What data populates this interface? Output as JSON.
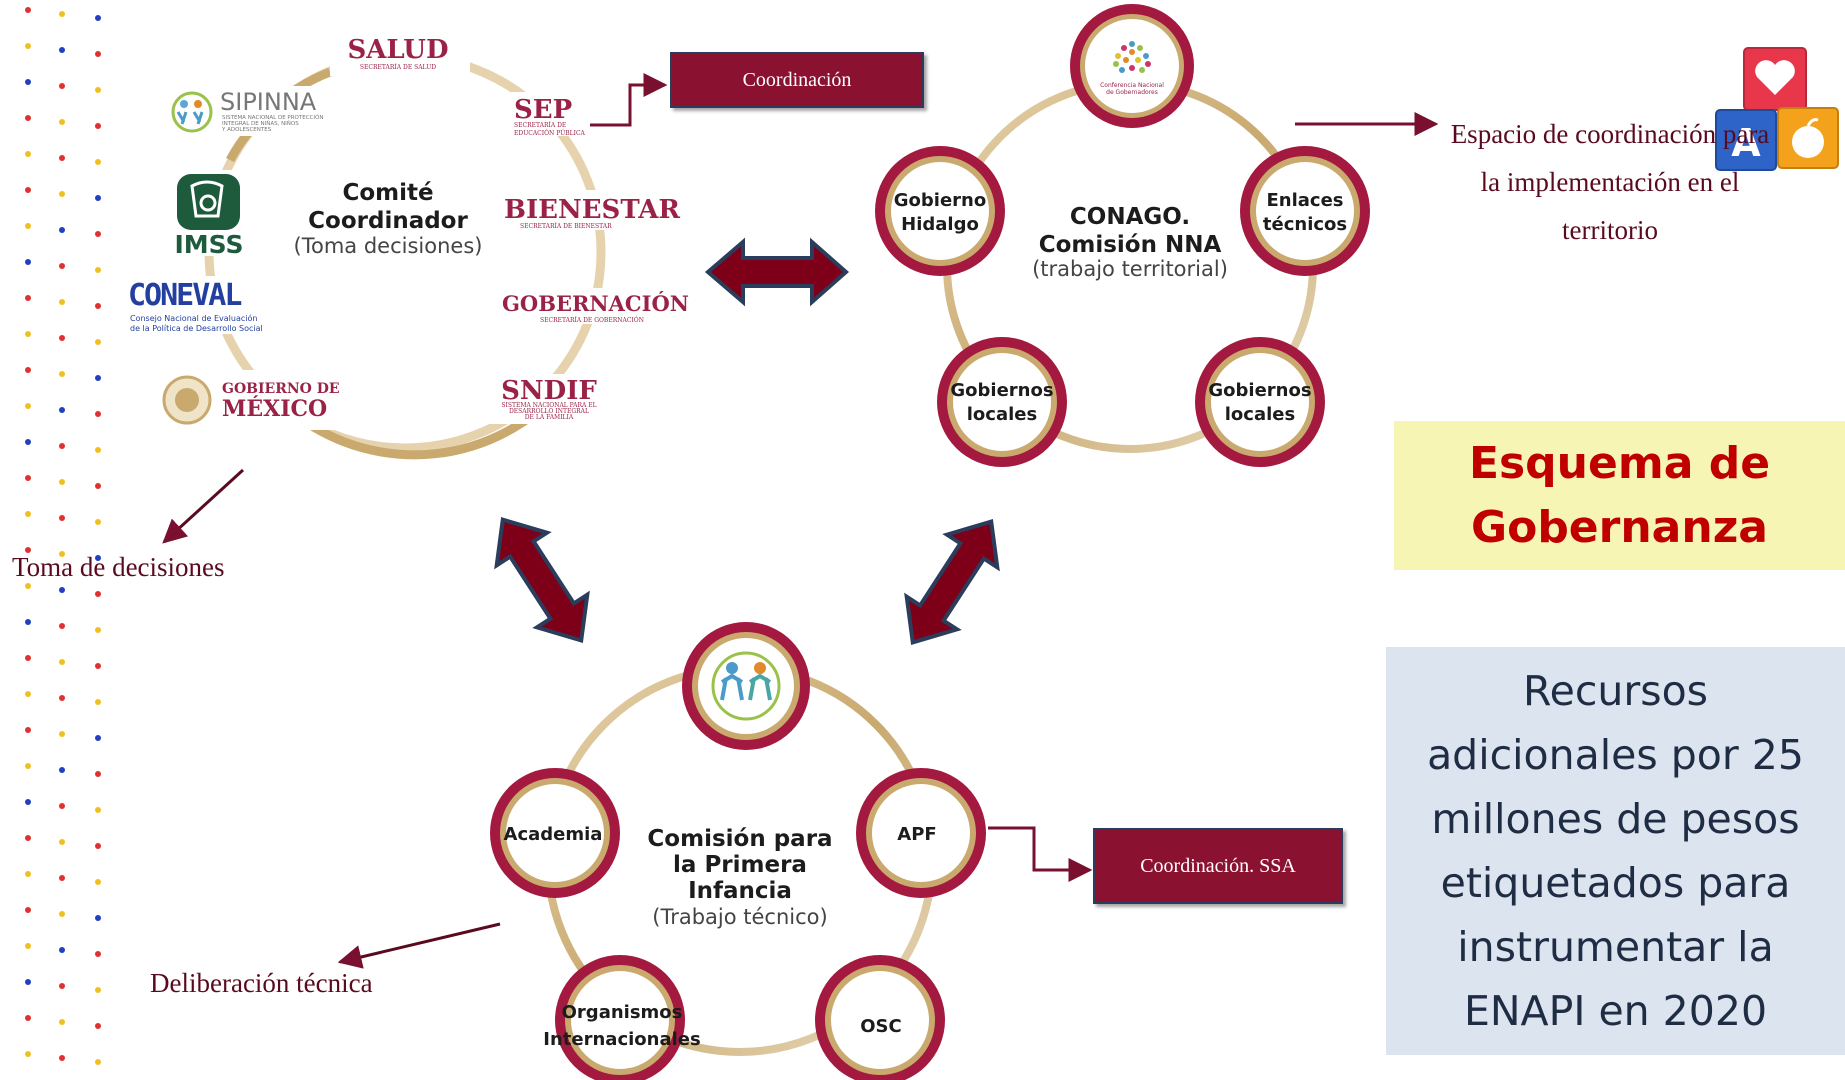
{
  "comite": {
    "title_line1": "Comité",
    "title_line2": "Coordinador",
    "subtitle": "(Toma decisiones)",
    "institutions": {
      "salud": "SALUD",
      "salud_sub": "SECRETARÍA DE SALUD",
      "sep": "SEP",
      "sep_sub1": "SECRETARÍA DE",
      "sep_sub2": "EDUCACIÓN PÚBLICA",
      "bienestar": "BIENESTAR",
      "bienestar_sub": "SECRETARÍA DE BIENESTAR",
      "gobernacion": "GOBERNACIÓN",
      "gobernacion_sub": "SECRETARÍA DE GOBERNACIÓN",
      "sndif": "SNDIF",
      "sndif_sub1": "SISTEMA NACIONAL PARA EL",
      "sndif_sub2": "DESARROLLO INTEGRAL",
      "sndif_sub3": "DE LA FAMILIA",
      "sipinna": "SIPINNA",
      "sipinna_sub1": "SISTEMA NACIONAL DE PROTECCIÓN",
      "sipinna_sub2": "INTEGRAL DE NIÑAS, NIÑOS",
      "sipinna_sub3": "Y ADOLESCENTES",
      "imss": "IMSS",
      "coneval": "CONEVAL",
      "coneval_sub1": "Consejo Nacional de Evaluación",
      "coneval_sub2": "de la Política de Desarrollo Social",
      "gob_mex_line1": "GOBIERNO DE",
      "gob_mex_line2": "MÉXICO"
    }
  },
  "conago": {
    "title_line1": "CONAGO.",
    "title_line2": "Comisión NNA",
    "subtitle": "(trabajo territorial)",
    "logo_caption1": "Conferencia Nacional",
    "logo_caption2": "de Gobernadores",
    "nodes": [
      {
        "line1": "Gobierno",
        "line2": "Hidalgo"
      },
      {
        "line1": "Enlaces",
        "line2": "técnicos"
      },
      {
        "line1": "Gobiernos",
        "line2": "locales"
      },
      {
        "line1": "Gobiernos",
        "line2": "locales"
      }
    ]
  },
  "primera_infancia": {
    "title_line1": "Comisión para",
    "title_line2": "la Primera",
    "title_line3": "Infancia",
    "subtitle": "(Trabajo técnico)",
    "nodes": [
      {
        "line1": "Academia",
        "line2": ""
      },
      {
        "line1": "APF",
        "line2": ""
      },
      {
        "line1": "Organismos",
        "line2": "Internacionales"
      },
      {
        "line1": "OSC",
        "line2": ""
      }
    ]
  },
  "labels": {
    "coordinacion": "Coordinación",
    "coordinacion_ssa": "Coordinación. SSA",
    "espacio_line1": "Espacio de coordinación para",
    "espacio_line2": "la implementación en el",
    "espacio_line3": "territorio",
    "toma_decisiones": "Toma de decisiones",
    "deliberacion": "Deliberación técnica"
  },
  "esquema": {
    "line1": "Esquema de",
    "line2": "Gobernanza"
  },
  "recursos": {
    "line1": "Recursos",
    "line2": "adicionales por 25",
    "line3": "millones de pesos",
    "line4": "etiquetados para",
    "line5": "instrumentar la",
    "line6": "ENAPI en 2020"
  },
  "blocks_icon": {
    "letter": "A"
  },
  "colors": {
    "maroon": "#8a1230",
    "gold_ring": "#c9a96e",
    "crimson_ring": "#a3193f",
    "yellow_box": "#f7f5b4",
    "blue_box": "#dce4f0",
    "esquema_text": "#c00000"
  }
}
